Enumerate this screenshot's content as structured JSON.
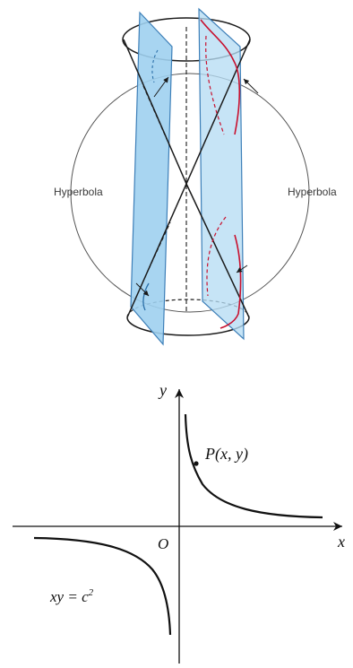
{
  "cone_diagram": {
    "left_label": "Hyperbola",
    "right_label": "Hyperbola",
    "colors": {
      "plane_fill": "#9fd0ef",
      "plane_edge": "#3d7fb8",
      "hyperbola_curve": "#c8102e",
      "outline": "#1a1a1a"
    }
  },
  "graph": {
    "x_axis_label": "x",
    "y_axis_label": "y",
    "origin_label": "O",
    "point_label": "P(x, y)",
    "equation_label_base": "xy = c",
    "equation_label_exponent": "2",
    "curve_color": "#111111"
  }
}
